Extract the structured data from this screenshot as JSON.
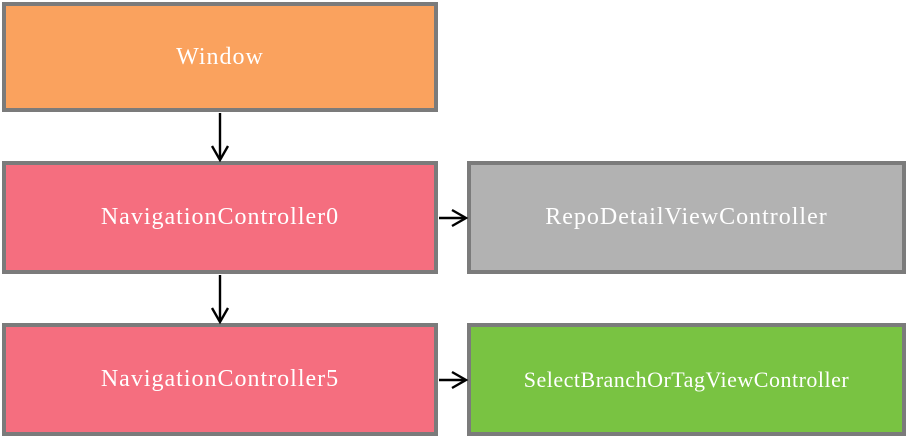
{
  "colors": {
    "border": "#7b7b7b",
    "text": "#ffffff",
    "arrow": "#000000",
    "background": "#ffffff"
  },
  "nodes": {
    "window": {
      "label": "Window",
      "fill": "#faa25e"
    },
    "navigation_controller_0": {
      "label": "NavigationController0",
      "fill": "#f56e7f"
    },
    "repo_detail_view_controller": {
      "label": "RepoDetailViewController",
      "fill": "#b2b2b2"
    },
    "navigation_controller_5": {
      "label": "NavigationController5",
      "fill": "#f56e7f"
    },
    "select_branch_or_tag_view_controller": {
      "label": "SelectBranchOrTagViewController",
      "fill": "#79c342"
    }
  },
  "edges": [
    {
      "from": "window",
      "to": "navigation_controller_0",
      "direction": "down"
    },
    {
      "from": "navigation_controller_0",
      "to": "repo_detail_view_controller",
      "direction": "right"
    },
    {
      "from": "navigation_controller_0",
      "to": "navigation_controller_5",
      "direction": "down"
    },
    {
      "from": "navigation_controller_5",
      "to": "select_branch_or_tag_view_controller",
      "direction": "right"
    }
  ]
}
